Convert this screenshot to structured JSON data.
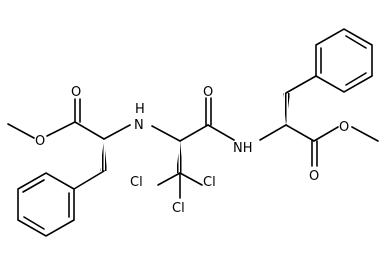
{
  "molecule": {
    "atoms": [
      {
        "id": "o_ester_left",
        "label": "O"
      },
      {
        "id": "o_carbonyl_left",
        "label": "O"
      },
      {
        "id": "nh_left",
        "label": "H"
      },
      {
        "id": "n_left",
        "label": "N"
      },
      {
        "id": "o_amide",
        "label": "O"
      },
      {
        "id": "nh_right",
        "label": "NH"
      },
      {
        "id": "o_ester_right",
        "label": "O"
      },
      {
        "id": "o_carbonyl_right",
        "label": "O"
      },
      {
        "id": "cl1",
        "label": "Cl"
      },
      {
        "id": "cl2",
        "label": "Cl"
      },
      {
        "id": "cl3",
        "label": "Cl"
      }
    ]
  }
}
